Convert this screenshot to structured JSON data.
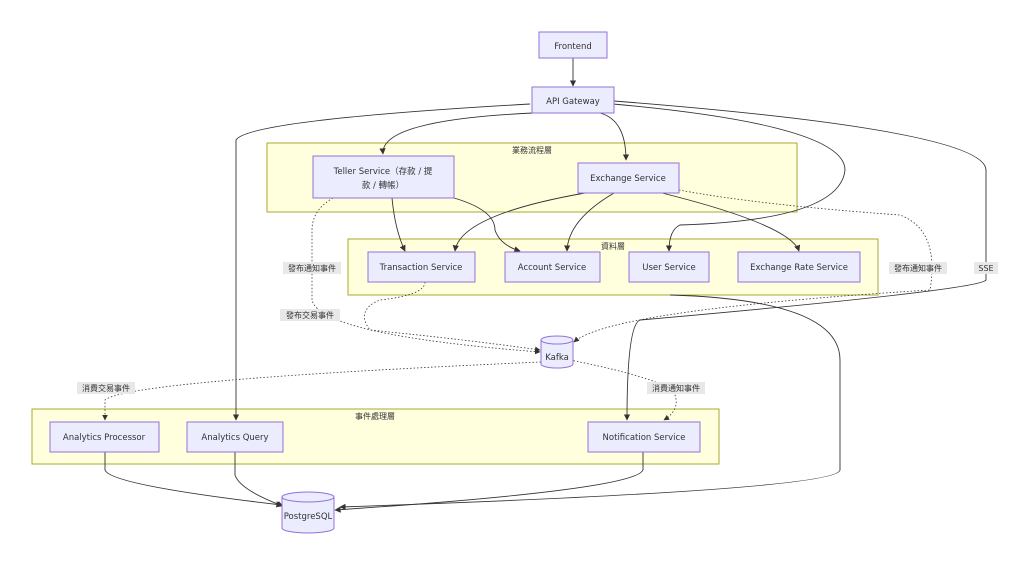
{
  "groups": {
    "business": "業務流程層",
    "data": "資料層",
    "events": "事件處理層"
  },
  "nodes": {
    "frontend": "Frontend",
    "gateway": "API Gateway",
    "teller_line1": "Teller Service（存款 / 提",
    "teller_line2": "款 / 轉帳）",
    "exchange": "Exchange Service",
    "transaction": "Transaction Service",
    "account": "Account Service",
    "user": "User Service",
    "rate": "Exchange Rate Service",
    "kafka": "Kafka",
    "analytics_processor": "Analytics Processor",
    "analytics_query": "Analytics Query",
    "notification": "Notification Service",
    "postgres": "PostgreSQL"
  },
  "edge_labels": {
    "teller_notify": "發布通知事件",
    "exchange_notify": "發布通知事件",
    "sse": "SSE",
    "tx_publish": "發布交易事件",
    "consume_tx": "消費交易事件",
    "consume_notify": "消費通知事件"
  },
  "colors": {
    "node_fill": "#ECECFF",
    "node_stroke": "#9370DB",
    "group_fill": "#FFFFDE",
    "group_stroke": "#AAAA33",
    "edge": "#333333",
    "label_bg": "#E8E8E8"
  }
}
